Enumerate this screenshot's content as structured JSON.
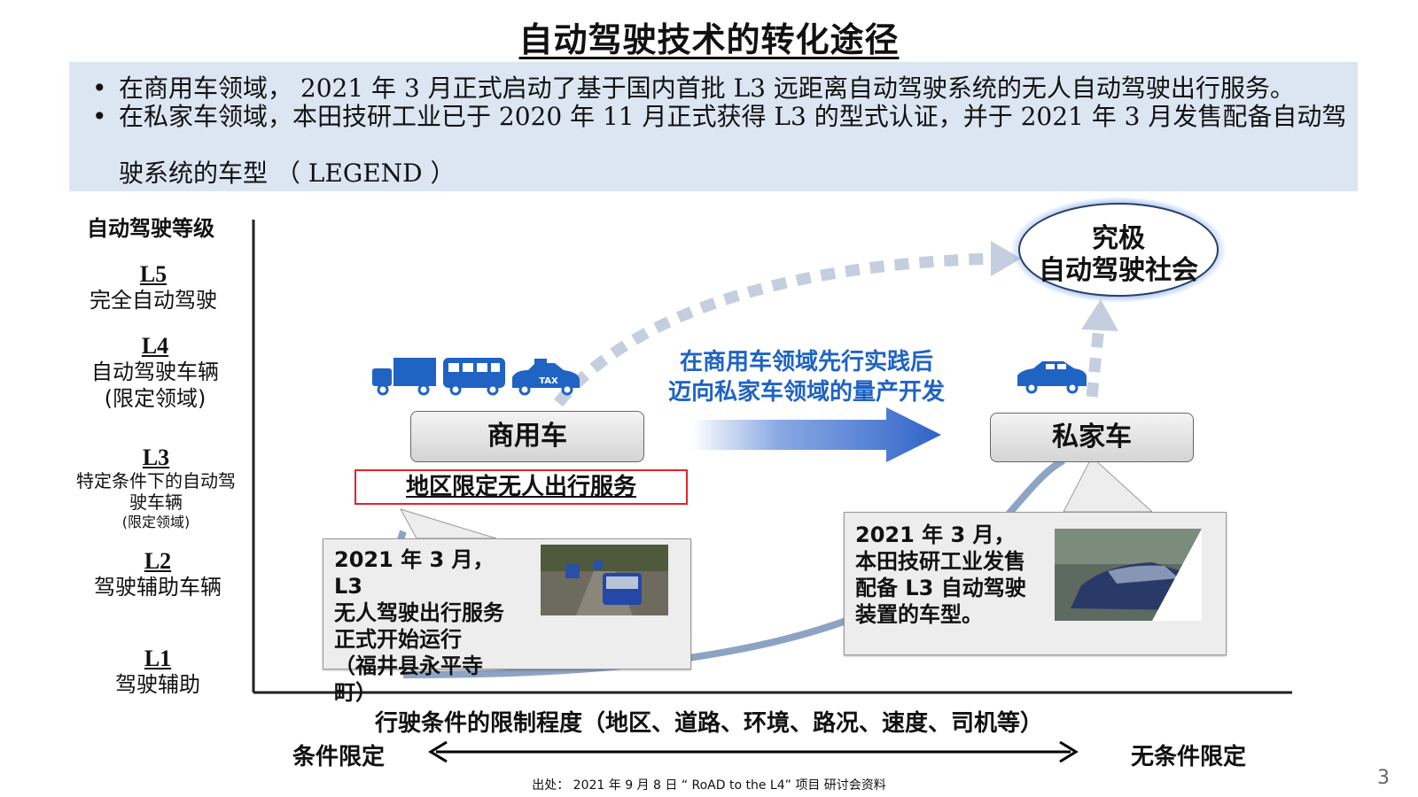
{
  "title": "自动驾驶技术的转化途径",
  "summary": {
    "bullet_symbol": "•",
    "line1": "在商用车领域，   2021 年 3 月正式启动了基于国内首批 L3 远距离自动驾驶系统的无人自动驾驶出行服务。",
    "line2a": "在私家车领域，本田技研工业已于 2020 年 11 月正式获得 L3 的型式认证，并于 2021 年 3 月发售配备自动驾",
    "line2b": "驶系统的车型 （ LEGEND ）"
  },
  "levels": {
    "heading": "自动驾驶等级",
    "l5": {
      "code": "L5",
      "name": "完全自动驾驶"
    },
    "l4": {
      "code": "L4",
      "name": "自动驾驶车辆",
      "note": "(限定领域)"
    },
    "l3": {
      "code": "L3",
      "name1": "特定条件下的自动驾",
      "name2": "驶车辆",
      "note": "(限定领域)"
    },
    "l2": {
      "code": "L2",
      "name": "驾驶辅助车辆"
    },
    "l1": {
      "code": "L1",
      "name": "驾驶辅助"
    }
  },
  "ultimate": {
    "line1": "究极",
    "line2": "自动驾驶社会"
  },
  "commercial_label": "商用车",
  "private_label": "私家车",
  "transition": {
    "line1": "在商用车领域先行实践后",
    "line2": "迈向私家车领域的量产开发"
  },
  "service_label": "地区限定无人出行服务",
  "icons": {
    "taxi_text": "TAX"
  },
  "callout_left": {
    "lines": [
      "2021 年 3 月， L3",
      "无人驾驶出行服务",
      "正式开始运行",
      "（福井县永平寺",
      "町）"
    ]
  },
  "callout_right": {
    "lines": [
      "2021 年 3 月，",
      "本田技研工业发售",
      "配备 L3 自动驾驶",
      "装置的车型。"
    ]
  },
  "x_axis": {
    "title": "行驶条件的限制程度（地区、道路、环境、路况、速度、司机等）",
    "left": "条件限定",
    "right": "无条件限定"
  },
  "footer": "出处： 2021 年 9 月 8 日 “ RoAD to the L4” 项目 研讨会资料",
  "page_number": "3",
  "colors": {
    "accent_blue": "#1f63c3",
    "arrow_blue": "#3b6fd0",
    "summary_bg": "#dce6f3",
    "red": "#e0242a"
  }
}
